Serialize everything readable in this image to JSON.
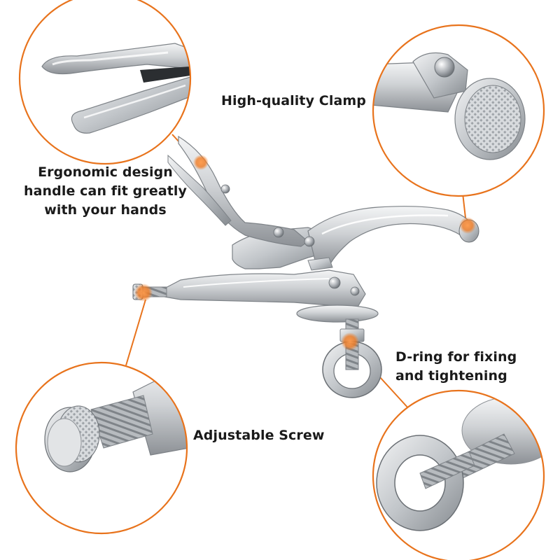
{
  "callouts": {
    "ergonomic": {
      "lines": [
        "Ergonomic design",
        "handle can fit greatly",
        "with your hands"
      ]
    },
    "clamp": {
      "label": "High-quality Clamp"
    },
    "screw": {
      "label": "Adjustable Screw"
    },
    "dring": {
      "lines": [
        "D-ring for fixing",
        "and tightening"
      ]
    }
  },
  "colors": {
    "accent": "#e8731c",
    "metal_light": "#e4e6e8",
    "metal_mid": "#b9bdc1",
    "metal_dark": "#7d8287",
    "text": "#1a1a1a"
  },
  "icons": {
    "tool": "locking-c-clamp-plier",
    "marker": "orange-dot-marker"
  }
}
